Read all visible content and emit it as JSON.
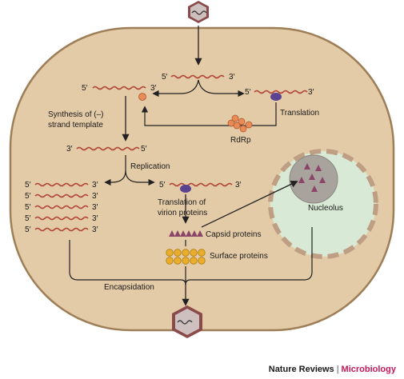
{
  "labels": {
    "synthesis": [
      "Synthesis of (–)",
      "strand template"
    ],
    "translation": "Translation",
    "rdrp": "RdRp",
    "replication": "Replication",
    "translation_virion": [
      "Translation of",
      "virion proteins"
    ],
    "capsid": "Capsid proteins",
    "surface": "Surface proteins",
    "nucleolus": "Nucleolus",
    "encapsidation": "Encapsidation"
  },
  "ends": {
    "five": "5′",
    "three": "3′"
  },
  "credit": {
    "publisher": "Nature Reviews",
    "separator": "|",
    "journal": "Microbiology"
  },
  "colors": {
    "cell_fill": "#e3cba7",
    "cell_stroke": "#9d7e57",
    "rna_strand": "#b2483a",
    "nucleolus_fill": "#d8ead6",
    "nucleolus_dashes": "#bf9f84",
    "virion": "#8a4a4a",
    "rdrp": "#e98a57",
    "ribosome": "#5a4390",
    "capsid_protein": "#8b4569",
    "surface_protein": "#e8ae2c"
  },
  "icons": [
    "virion-icon",
    "rdrp-enzyme-icon",
    "ribosome-icon",
    "capsid-protein-icon",
    "surface-protein-icon"
  ]
}
